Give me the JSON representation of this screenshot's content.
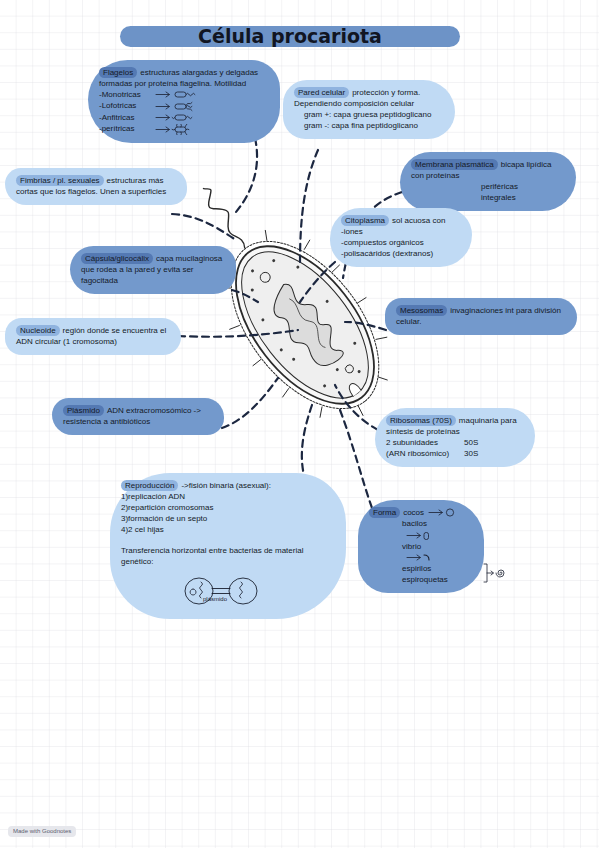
{
  "diagram": {
    "title": "Célula procariota",
    "nodes": [
      {
        "text": [
          "Flagelos",
          "estructuras alargadas y delgadas formadas por proteína flagelina. Motilidad",
          "-Monotricas",
          "-Lofotricas",
          "-Anfitricas",
          "-perítricas"
        ]
      },
      {
        "text": [
          "Pared celular",
          "protección y forma. Dependiendo composición celular",
          "gram +: capa gruesa peptidoglicano",
          "gram -: capa fina peptidoglicano"
        ]
      },
      {
        "text": [
          "Membrana plasmática",
          "bicapa lipídica con proteínas",
          "periféricas",
          "integrales"
        ]
      },
      {
        "text": [
          "Fimbrias / pl. sexuales",
          "estructuras más cortas que los flagelos. Unen a superficies"
        ]
      },
      {
        "text": [
          "Citoplasma",
          "sol acuosa con",
          "-iones",
          "-compuestos orgánicos",
          "-polisacáridos (dextranos)"
        ]
      },
      {
        "text": [
          "Cápsula/glicocálix",
          "capa mucilaginosa que rodea a la pared y evita ser fagocitada"
        ]
      },
      {
        "text": [
          "Mesosomas",
          "invaginaciones int para división celular."
        ]
      },
      {
        "text": [
          "Nucleoide",
          "región donde se encuentra el ADN circular (1 cromosoma)"
        ]
      },
      {
        "text": [
          "Plásmido",
          "ADN extracromosómico -> resistencia a antibióticos"
        ]
      },
      {
        "text": [
          "Ribosomas (70S)",
          "maquinaria para síntesis de proteínas",
          "2 subunidades",
          "50S",
          "(ARN ribosómico)",
          "30S"
        ]
      },
      {
        "text": [
          "Reproducción",
          "->fisión binaria (asexual):",
          "1)replicación ADN",
          "2)repartición cromosomas",
          "3)formación de un septo",
          "4)2 cel hijas",
          "Transferencia horizontal entre bacterias de material genético:"
        ]
      },
      {
        "text": [
          "Forma",
          "cocos",
          "bacilos",
          "vibrio",
          "espirilos",
          "espiroquetas"
        ]
      }
    ],
    "labels": [
      "plásmido",
      "Made with Goodnotes"
    ]
  }
}
